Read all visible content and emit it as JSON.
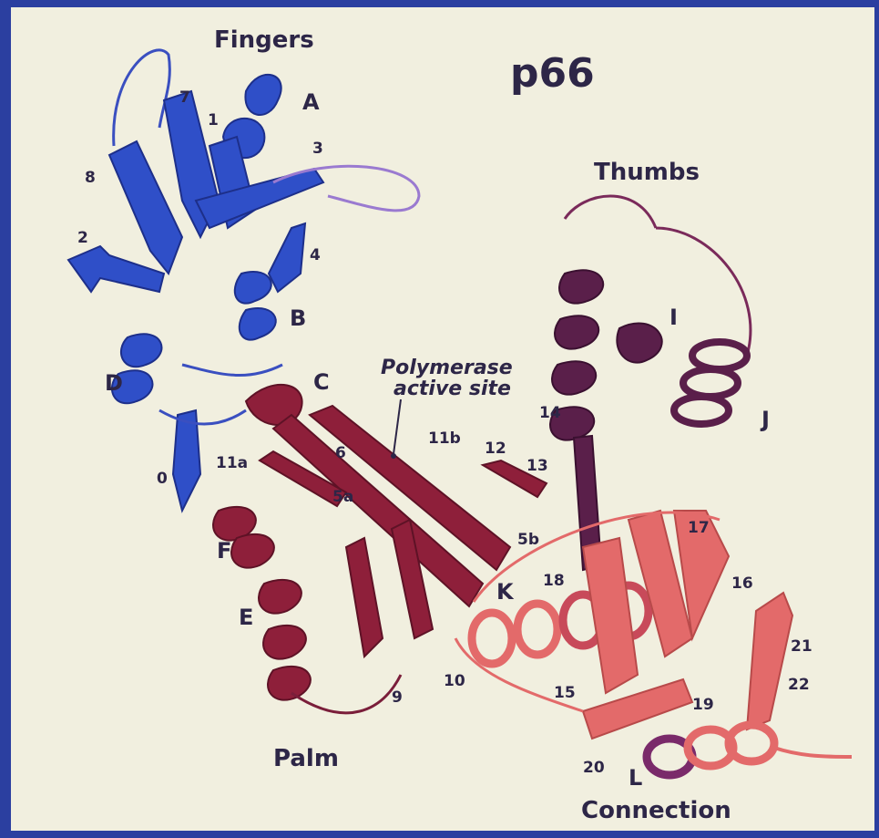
{
  "colors": {
    "border": "#2b3fa0",
    "background": "#f1efdf",
    "fingers": "#2f4fc8",
    "palm": "#8e1f3a",
    "thumb": "#5a1f4a",
    "connection": "#e36a6a",
    "label": "#2d2647"
  },
  "labels": {
    "title": "p66",
    "fingers": "Fingers",
    "thumbs": "Thumbs",
    "palm": "Palm",
    "connection": "Connection",
    "active_site_line1": "Polymerase",
    "active_site_line2": "active site"
  },
  "strand_labels": {
    "s7": "7",
    "s1": "1",
    "sA": "A",
    "s3": "3",
    "s8": "8",
    "s2": "2",
    "s4": "4",
    "sB": "B",
    "sD": "D",
    "sC": "C",
    "s0": "0",
    "s11a": "11a",
    "s6": "6",
    "s5a": "5a",
    "s11b": "11b",
    "s12": "12",
    "s13": "13",
    "s14": "14",
    "sI": "I",
    "sJ": "J",
    "s5b": "5b",
    "sF": "F",
    "sE": "E",
    "sK": "K",
    "s18": "18",
    "s17": "17",
    "s16": "16",
    "s9": "9",
    "s10": "10",
    "s15": "15",
    "s19": "19",
    "s21": "21",
    "s22": "22",
    "s20": "20",
    "sL": "L"
  }
}
